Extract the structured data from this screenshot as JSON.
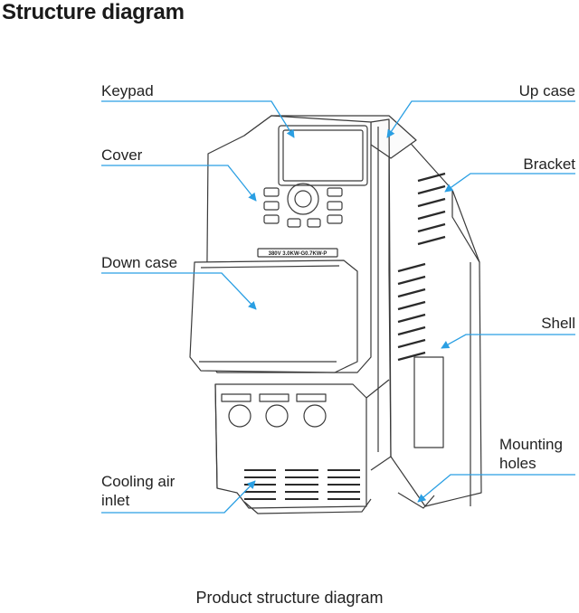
{
  "title": "Structure diagram",
  "labels": {
    "keypad": "Keypad",
    "up_case": "Up case",
    "cover": "Cover",
    "bracket": "Bracket",
    "down_case": "Down case",
    "shell": "Shell",
    "mounting_holes": [
      "Mounting",
      "holes"
    ],
    "cooling_air_inlet": [
      "Cooling air",
      "inlet"
    ]
  },
  "nameplate_text": "380V 3.0KW-G0.7KW-P",
  "caption": "Product structure diagram",
  "colors": {
    "callout": "#2a9fe3",
    "outline": "#3a3a3a",
    "text": "#222222"
  }
}
